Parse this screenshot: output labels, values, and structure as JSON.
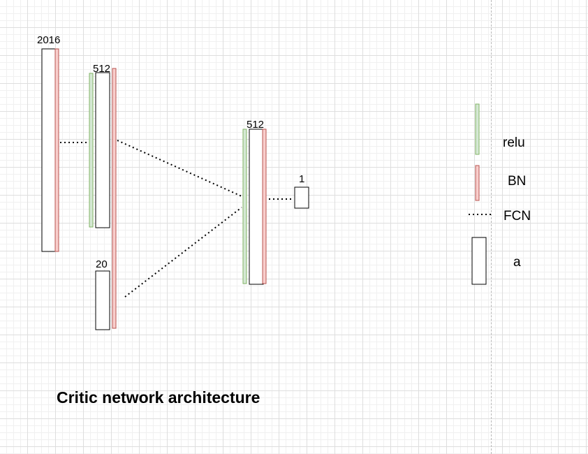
{
  "title": "Critic network architecture",
  "colors": {
    "relu": "#d5e8d4",
    "relu_border": "#82b366",
    "bn": "#f8cecc",
    "bn_border": "#b85450",
    "layer": "#ffffff",
    "layer_border": "#000000",
    "connection": "#000000"
  },
  "layers": {
    "state_input": "2016",
    "hidden_1": "512",
    "action_input": "20",
    "hidden_2": "512",
    "output": "1"
  },
  "legend": {
    "relu": "relu",
    "bn": "BN",
    "fcn": "FCN",
    "a": "a"
  }
}
